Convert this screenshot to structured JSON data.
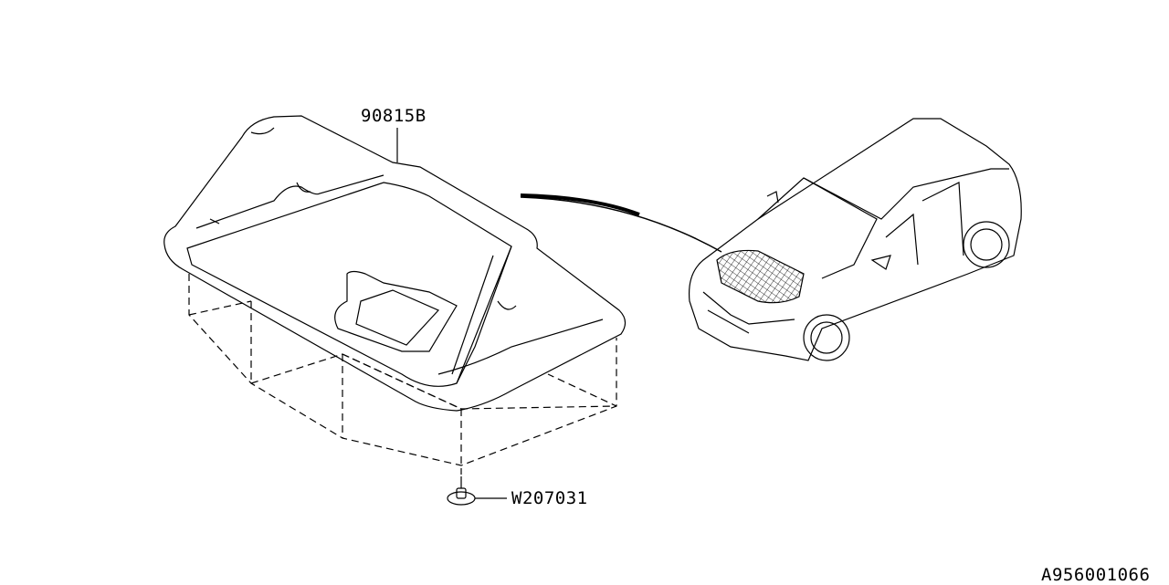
{
  "parts": [
    {
      "part_number": "90815B",
      "description_icon": "hood-insulator"
    },
    {
      "part_number": "W207031",
      "description_icon": "clip"
    }
  ],
  "diagram_id": "A956001066",
  "colors": {
    "line": "#000000",
    "background": "#ffffff"
  }
}
